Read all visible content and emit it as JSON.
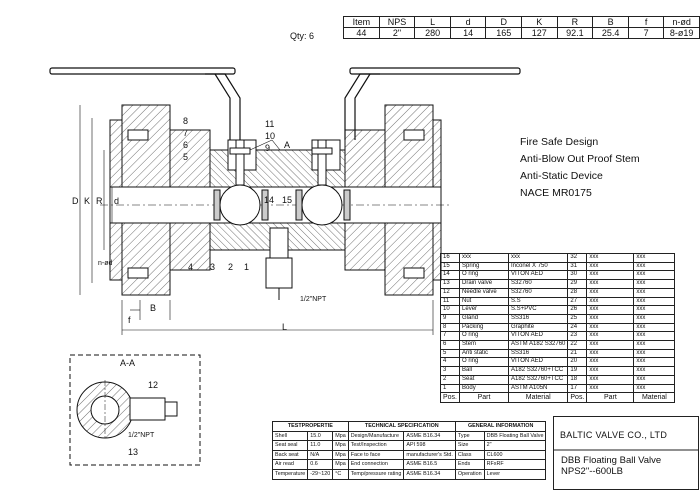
{
  "dimension_table": {
    "headers": [
      "Item",
      "NPS",
      "L",
      "d",
      "D",
      "K",
      "R",
      "B",
      "f",
      "n-ød"
    ],
    "values": [
      "44",
      "2\"",
      "280",
      "14",
      "165",
      "127",
      "92.1",
      "25.4",
      "7",
      "8-ø19"
    ]
  },
  "qty_label": "Qty: 6",
  "notes": [
    "Fire Safe Design",
    "Anti-Blow Out Proof Stem",
    "Anti-Static Device",
    "NACE MR0175"
  ],
  "parts_list": {
    "rows": [
      [
        "16",
        "xxx",
        "xxx",
        "32",
        "xxx",
        "xxx"
      ],
      [
        "15",
        "Spring",
        "Inconel X 750",
        "31",
        "xxx",
        "xxx"
      ],
      [
        "14",
        "O ring",
        "VITON AED",
        "30",
        "xxx",
        "xxx"
      ],
      [
        "13",
        "Drain valve",
        "S32760",
        "29",
        "xxx",
        "xxx"
      ],
      [
        "12",
        "Needle valve",
        "S32760",
        "28",
        "xxx",
        "xxx"
      ],
      [
        "11",
        "Nut",
        "S.S",
        "27",
        "xxx",
        "xxx"
      ],
      [
        "10",
        "Lever",
        "S.S+PVC",
        "26",
        "xxx",
        "xxx"
      ],
      [
        "9",
        "Gland",
        "SS316",
        "25",
        "xxx",
        "xxx"
      ],
      [
        "8",
        "Packing",
        "Graphite",
        "24",
        "xxx",
        "xxx"
      ],
      [
        "7",
        "O ring",
        "VITON AED",
        "23",
        "xxx",
        "xxx"
      ],
      [
        "6",
        "Stem",
        "ASTM A182 S32760",
        "22",
        "xxx",
        "xxx"
      ],
      [
        "5",
        "Anti static",
        "SS316",
        "21",
        "xxx",
        "xxx"
      ],
      [
        "4",
        "O ring",
        "VITON AED",
        "20",
        "xxx",
        "xxx"
      ],
      [
        "3",
        "Ball",
        "A182 S32760+TCC",
        "19",
        "xxx",
        "xxx"
      ],
      [
        "2",
        "Seat",
        "A182 S32760+TCC",
        "18",
        "xxx",
        "xxx"
      ],
      [
        "1",
        "Body",
        "ASTM A105N",
        "17",
        "xxx",
        "xxx"
      ]
    ],
    "header": [
      "Pos.",
      "Part",
      "Material",
      "Pos.",
      "Part",
      "Material"
    ]
  },
  "spec_table": {
    "header": [
      "TESTPROPERTIE",
      "TECHNICAL SPECIFICATION",
      "GENERAL INFORMATION"
    ],
    "rows": [
      [
        "Shell",
        "15.0",
        "Mpa",
        "Design/Manufacture",
        "ASME B16.34",
        "Type",
        "DBB Floating Ball Valve"
      ],
      [
        "Seat seal",
        "11.0",
        "Mpa",
        "Test/Inspection",
        "API 598",
        "Size",
        "2\""
      ],
      [
        "Back seat",
        "N/A",
        "Mpa",
        "Face to face",
        "manufacturer's Std.",
        "Class",
        "CL600"
      ],
      [
        "Air read",
        "0.6",
        "Mpa",
        "End connection",
        "ASME B16.5",
        "Ends",
        "RFxRF"
      ],
      [
        "Temperature",
        "-29~120",
        "°C",
        "Temp/pressure rating",
        "ASME B16.34",
        "Operation",
        "Lever"
      ]
    ]
  },
  "title_block": {
    "company": "BALTIC VALVE CO., LTD",
    "product_line1": "DBB Floating Ball Valve",
    "product_line2": "NPS2\"--600LB"
  },
  "drawing_labels": {
    "callouts": [
      "8",
      "7",
      "6",
      "5",
      "11",
      "10",
      "9",
      "14",
      "15",
      "4",
      "3",
      "2",
      "1",
      "12",
      "13"
    ],
    "section": "A-A",
    "section_mark": "A",
    "port": "1/2\"NPT",
    "dims": [
      "D",
      "K",
      "R",
      "d",
      "n-ød",
      "f",
      "B",
      "L"
    ]
  }
}
